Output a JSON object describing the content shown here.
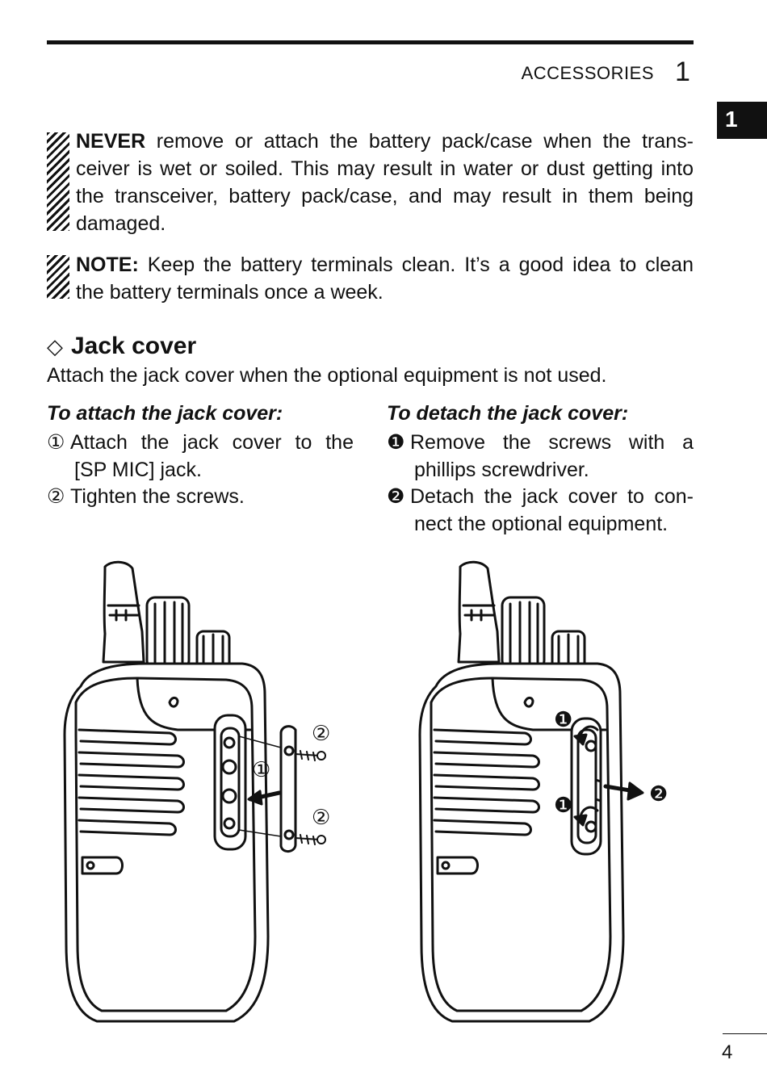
{
  "header": {
    "section": "ACCESSORIES",
    "chapter": "1"
  },
  "side_tab": "1",
  "warning": {
    "label": "NEVER",
    "lines": [
      " remove or attach the battery pack/case when the trans-",
      "ceiver is wet or soiled. This may result in water or dust getting into",
      "the transceiver, battery pack/case, and may result in them being",
      "damaged."
    ]
  },
  "note": {
    "label": "NOTE:",
    "lines": [
      " Keep the battery terminals clean. It’s a good idea to clean",
      "the battery terminals once a week."
    ]
  },
  "section": {
    "marker": "◇",
    "title": "Jack cover",
    "intro": "Attach the jack cover when the optional equipment is not used."
  },
  "attach": {
    "title": "To attach the jack cover:",
    "steps": [
      {
        "n": "①",
        "lines": [
          "Attach the jack cover to the",
          "[SP MIC] jack."
        ]
      },
      {
        "n": "②",
        "lines": [
          "Tighten the screws."
        ]
      }
    ]
  },
  "detach": {
    "title": "To detach the jack cover:",
    "steps": [
      {
        "n": "❶",
        "lines": [
          "Remove the screws with a",
          "phillips screwdriver."
        ]
      },
      {
        "n": "❷",
        "lines": [
          "Detach the jack cover to con-",
          "nect the optional equipment."
        ]
      }
    ]
  },
  "illustration_callouts": {
    "left": [
      "②",
      "①",
      "②"
    ],
    "right": [
      "❶",
      "❶",
      "❷"
    ]
  },
  "page_number": "4"
}
